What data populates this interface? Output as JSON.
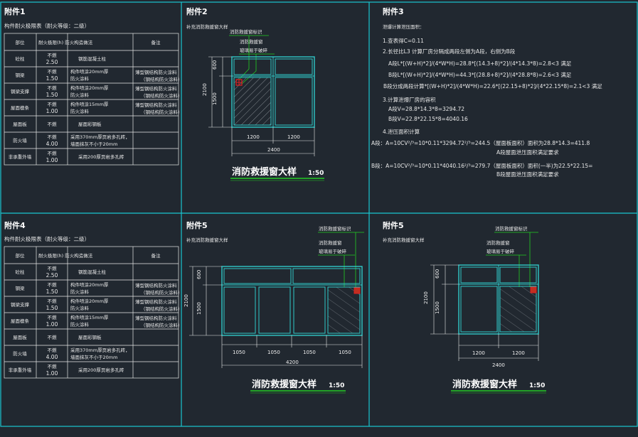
{
  "colors": {
    "background": "#212830",
    "frame": "#19c6d0",
    "window": "#30c8c8",
    "leader": "#22cc22",
    "marker": "#e02020",
    "text": "#e8e8e8"
  },
  "panel1": {
    "title": "附件1",
    "subtitle": "构件耐火极限表（耐火等级：二级）",
    "headers": [
      "部位",
      "耐火极限(h)",
      "防火构造做法",
      "备注"
    ],
    "rows": [
      {
        "part": "砼柱",
        "rating": [
          "不燃",
          "2.50"
        ],
        "method": [
          "钢筋混凝土柱"
        ],
        "note": []
      },
      {
        "part": "钢梁",
        "rating": [
          "不燃",
          "1.50"
        ],
        "method": [
          "构件喷涂20mm厚",
          "防火涂料"
        ],
        "note": [
          "薄型钢结构防火涂料",
          "（钢结构防火涂料）"
        ]
      },
      {
        "part": "钢梁支撑",
        "rating": [
          "不燃",
          "1.50"
        ],
        "method": [
          "构件喷涂20mm厚",
          "防火涂料"
        ],
        "note": [
          "薄型钢结构防火涂料",
          "（钢结构防火涂料）"
        ]
      },
      {
        "part": "屋面檩条",
        "rating": [
          "不燃",
          "1.00"
        ],
        "method": [
          "构件喷涂15mm厚",
          "防火涂料"
        ],
        "note": [
          "薄型钢结构防火涂料",
          "（钢结构防火涂料）"
        ]
      },
      {
        "part": "屋面板",
        "rating": [
          "不燃"
        ],
        "method": [
          "屋面彩钢板"
        ],
        "note": []
      },
      {
        "part": "防火墙",
        "rating": [
          "不燃",
          "4.00"
        ],
        "method": [
          "采用370mm厚页岩多孔砖，",
          "墙面抹灰不小于20mm"
        ],
        "note": []
      },
      {
        "part": "非承重外墙",
        "rating": [
          "不燃",
          "1.00"
        ],
        "method": [
          "采用200厚页岩多孔砖"
        ],
        "note": []
      }
    ]
  },
  "panel4": {
    "title": "附件4",
    "subtitle": "构件耐火极限表（耐火等级：二级）"
  },
  "panel2": {
    "title": "附件2",
    "subtitle": "补充消防救援窗大样",
    "callout_mark": "消防救援窗标识",
    "callout_glass": [
      "消防救援窗",
      "玻璃易于破碎"
    ],
    "dims_v": [
      "600",
      "1500",
      "2100"
    ],
    "dims_h": [
      "1200",
      "1200",
      "2400"
    ],
    "caption": "消防救援窗大样",
    "scale": "1:50"
  },
  "panel3": {
    "title": "附件3",
    "lines": [
      "泄爆计算泄压面积：",
      "1.查表得C=0.11",
      "2.长径比L3 计算厂房分隔成两段左侧为A段，右侧为B段",
      "A段L*[(W+H)*2]/(4*W*H)=28.8*[(14.3+8)*2]/(4*14.3*8)=2.8<3 满足",
      "B段L*[(W+H)*2]/(4*W*H)=44.3*[(28.8+8)*2]/(4*28.8*8)=2.6<3 满足",
      "B段分成两段计算*[(W+H)*2]/(4*W*H)=22.6*[(22.15+8)*2]/(4*22.15*8)=2.1<3 满足",
      "3.计算泄爆厂房的容积",
      "A段V=28.8*14.3*8=3294.72",
      "B段V=22.8*22.15*8=4040.16",
      "4.泄压面积计算",
      "A段：A=10CV²/³=10*0.11*3294.72²/³=244.5（屋面板面积）面积为28.8*14.3=411.8",
      "A段屋面泄压面积满足要求",
      "B段：A=10CV²/³=10*0.11*4040.16²/³=279.7（屋面板面积）面积(一半)为22.5*22.15=",
      "B段屋面泄压面积满足要求"
    ]
  },
  "panel5a": {
    "title": "附件5",
    "subtitle": "补充消防救援窗大样",
    "callout_mark": "消防救援窗标识",
    "callout_glass": [
      "消防救援窗",
      "玻璃易于破碎"
    ],
    "dims_v": [
      "600",
      "1500",
      "2100"
    ],
    "dims_h": [
      "1050",
      "1050",
      "1050",
      "1050",
      "4200"
    ],
    "caption": "消防救援窗大样",
    "scale": "1:50"
  },
  "panel5b": {
    "title": "附件5",
    "subtitle": "补充消防救援窗大样",
    "callout_mark": "消防救援窗标识",
    "callout_glass": [
      "消防救援窗",
      "玻璃易于破碎"
    ],
    "dims_v": [
      "600",
      "1500",
      "2100"
    ],
    "dims_h": [
      "1200",
      "1200",
      "2400"
    ],
    "caption": "消防救援窗大样",
    "scale": "1:50"
  }
}
